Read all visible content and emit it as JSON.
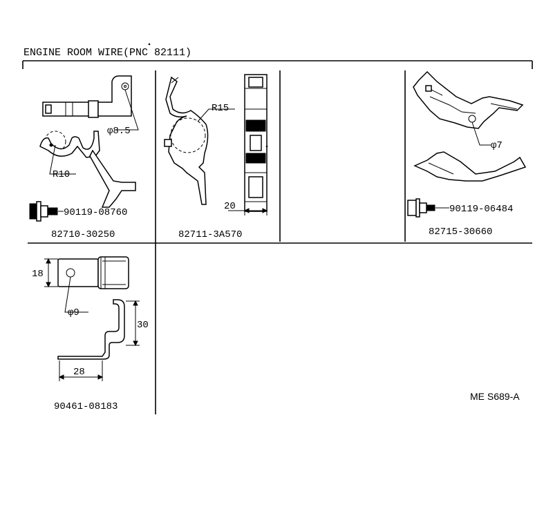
{
  "title": "ENGINE ROOM WIRE(PNC 82111)",
  "ref_code": "ME S689-A",
  "panels": [
    {
      "part_number": "82710-30250",
      "bolt_number": "90119-08760",
      "dims": [
        "φ8.5",
        "R10"
      ]
    },
    {
      "part_number": "82711-3A570",
      "dims": [
        "R15",
        "20"
      ]
    },
    {
      "part_number": "82715-30660",
      "bolt_number": "90119-06484",
      "dims": [
        "φ7"
      ]
    },
    {
      "part_number": "90461-08183",
      "dims": [
        "18",
        "φ9",
        "30",
        "28"
      ]
    }
  ]
}
